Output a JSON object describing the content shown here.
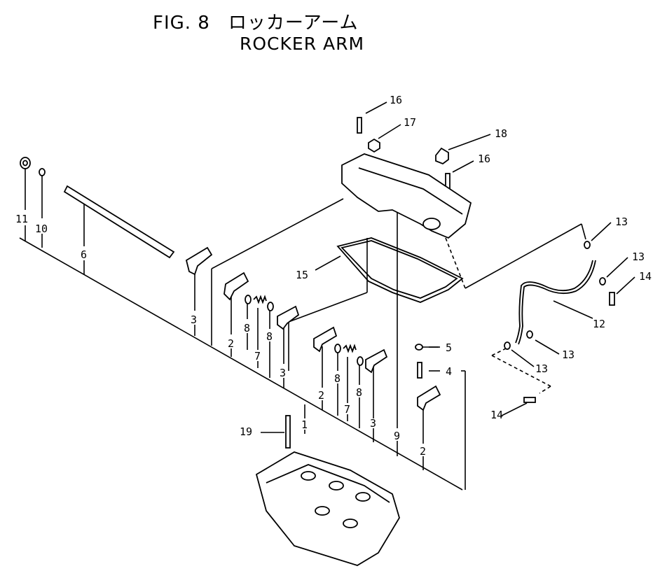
{
  "title": {
    "fig": "FIG. 8",
    "jp": "ロッカーアーム",
    "en": "ROCKER ARM"
  },
  "callouts": [
    "16",
    "17",
    "18",
    "16",
    "11",
    "10",
    "6",
    "15",
    "13",
    "13",
    "14",
    "12",
    "3",
    "2",
    "8",
    "7",
    "8",
    "3",
    "2",
    "8",
    "7",
    "8",
    "3",
    "5",
    "4",
    "13",
    "13",
    "14",
    "1",
    "19",
    "9",
    "2"
  ]
}
